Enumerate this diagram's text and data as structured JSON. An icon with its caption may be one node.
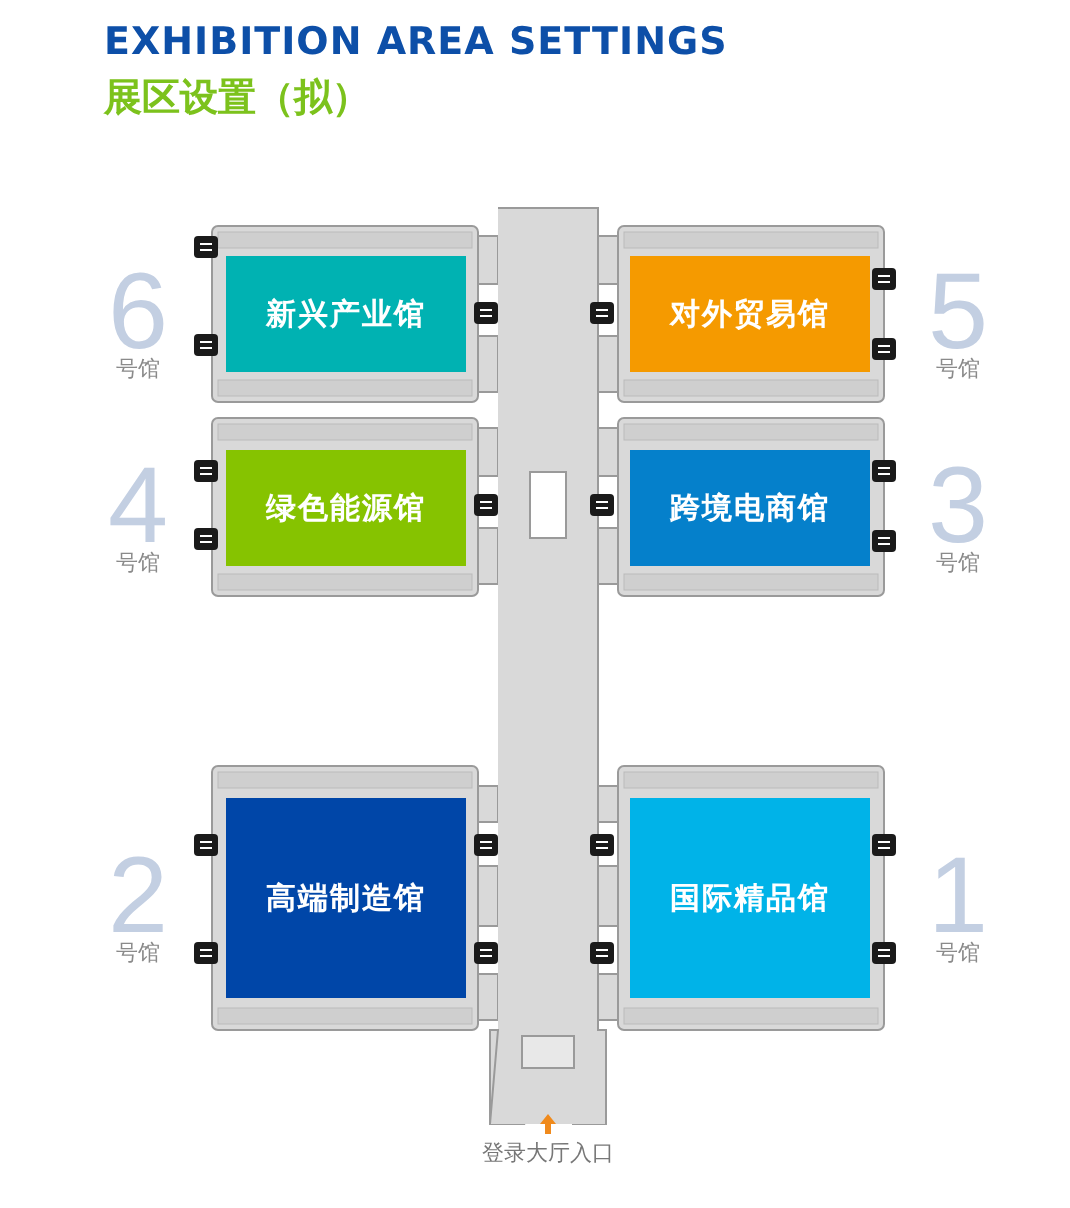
{
  "diagram": {
    "title": "EXHIBITION AREA SETTINGS",
    "nodes": [
      {
        "text": [
          "新兴产业馆"
        ],
        "beside": [
          "6",
          "号馆"
        ]
      },
      {
        "text": [
          "对外贸易馆"
        ],
        "beside": [
          "5",
          "号馆"
        ]
      },
      {
        "text": [
          "绿色能源馆"
        ],
        "beside": [
          "4",
          "号馆"
        ]
      },
      {
        "text": [
          "跨境电商馆"
        ],
        "beside": [
          "3",
          "号馆"
        ]
      },
      {
        "text": [
          "高端制造馆"
        ],
        "beside": [
          "2",
          "号馆"
        ]
      },
      {
        "text": [
          "国际精品馆"
        ],
        "beside": [
          "1",
          "号馆"
        ]
      }
    ],
    "labels": [
      "展区设置（拟）",
      "登录大厅入口"
    ]
  }
}
